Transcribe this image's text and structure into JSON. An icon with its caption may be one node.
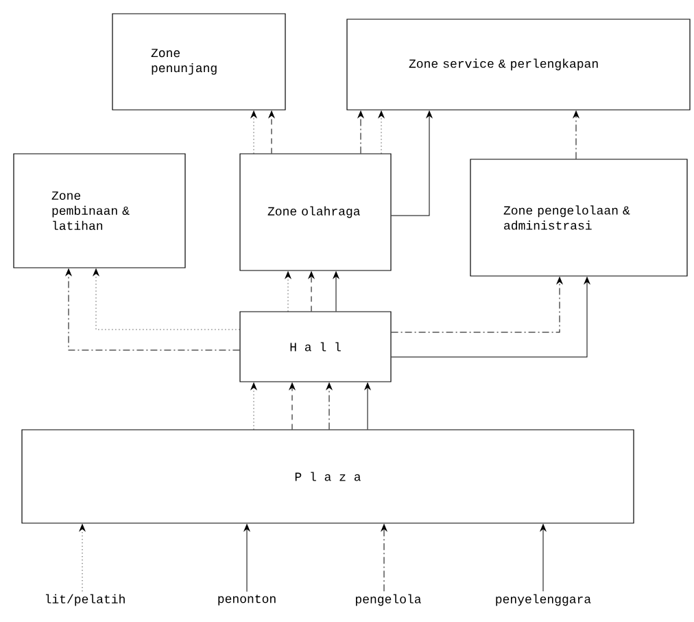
{
  "diagram": {
    "nodes": [
      {
        "text": [
          "Zone penunjang"
        ]
      },
      {
        "text": [
          "Zone service & perlengkapan"
        ]
      },
      {
        "text": [
          "Zone pembinaan & latihan"
        ]
      },
      {
        "text": [
          "Zone olahraga"
        ]
      },
      {
        "text": [
          "Zone pengelolaan & administrasi"
        ]
      },
      {
        "text": [
          "H a l l"
        ]
      },
      {
        "text": [
          "P l a z a"
        ]
      },
      {
        "text": [
          "lit/pelatih"
        ]
      },
      {
        "text": [
          "penonton"
        ]
      },
      {
        "text": [
          "pengelola"
        ]
      },
      {
        "text": [
          "penyelenggara"
        ]
      }
    ],
    "edges": [
      {
        "from": 7,
        "to": 6,
        "arrow": "to",
        "style": "dashed"
      },
      {
        "from": 8,
        "to": 6,
        "arrow": "to"
      },
      {
        "from": 9,
        "to": 6,
        "arrow": "to",
        "style": "dashed"
      },
      {
        "from": 10,
        "to": 6,
        "arrow": "to"
      },
      {
        "from": 6,
        "to": 5,
        "arrow": "to",
        "style": "dashed"
      },
      {
        "from": 6,
        "to": 5,
        "arrow": "to",
        "style": "dashed"
      },
      {
        "from": 6,
        "to": 5,
        "arrow": "to",
        "style": "dashed"
      },
      {
        "from": 6,
        "to": 5,
        "arrow": "to"
      },
      {
        "from": 5,
        "to": 3,
        "arrow": "to",
        "style": "dashed"
      },
      {
        "from": 5,
        "to": 3,
        "arrow": "to",
        "style": "dashed"
      },
      {
        "from": 5,
        "to": 3,
        "arrow": "to"
      },
      {
        "from": 5,
        "to": 2,
        "arrow": "to",
        "style": "dashed"
      },
      {
        "from": 5,
        "to": 2,
        "arrow": "to",
        "style": "dashed"
      },
      {
        "from": 5,
        "to": 4,
        "arrow": "to",
        "style": "dashed"
      },
      {
        "from": 5,
        "to": 4,
        "arrow": "to"
      },
      {
        "from": 3,
        "to": 0,
        "arrow": "to",
        "style": "dashed"
      },
      {
        "from": 3,
        "to": 0,
        "arrow": "to",
        "style": "dashed"
      },
      {
        "from": 3,
        "to": 1,
        "arrow": "to",
        "style": "dashed"
      },
      {
        "from": 3,
        "to": 1,
        "arrow": "to",
        "style": "dashed"
      },
      {
        "from": 3,
        "to": 1,
        "arrow": "to"
      },
      {
        "from": 4,
        "to": 1,
        "arrow": "to",
        "style": "dashed"
      }
    ]
  }
}
